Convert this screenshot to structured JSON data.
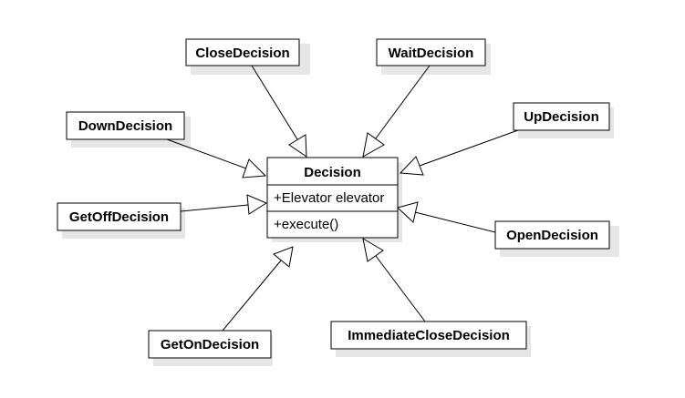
{
  "colors": {
    "stroke": "#000000",
    "fill": "#ffffff",
    "shadow": "#e0e0e0"
  },
  "base_class": {
    "name": "Decision",
    "attribute": "+Elevator elevator",
    "method": "+execute()"
  },
  "subclasses": [
    {
      "id": "close",
      "name": "CloseDecision"
    },
    {
      "id": "wait",
      "name": "WaitDecision"
    },
    {
      "id": "down",
      "name": "DownDecision"
    },
    {
      "id": "up",
      "name": "UpDecision"
    },
    {
      "id": "getoff",
      "name": "GetOffDecision"
    },
    {
      "id": "open",
      "name": "OpenDecision"
    },
    {
      "id": "geton",
      "name": "GetOnDecision"
    },
    {
      "id": "immediateclose",
      "name": "ImmediateCloseDecision"
    }
  ]
}
